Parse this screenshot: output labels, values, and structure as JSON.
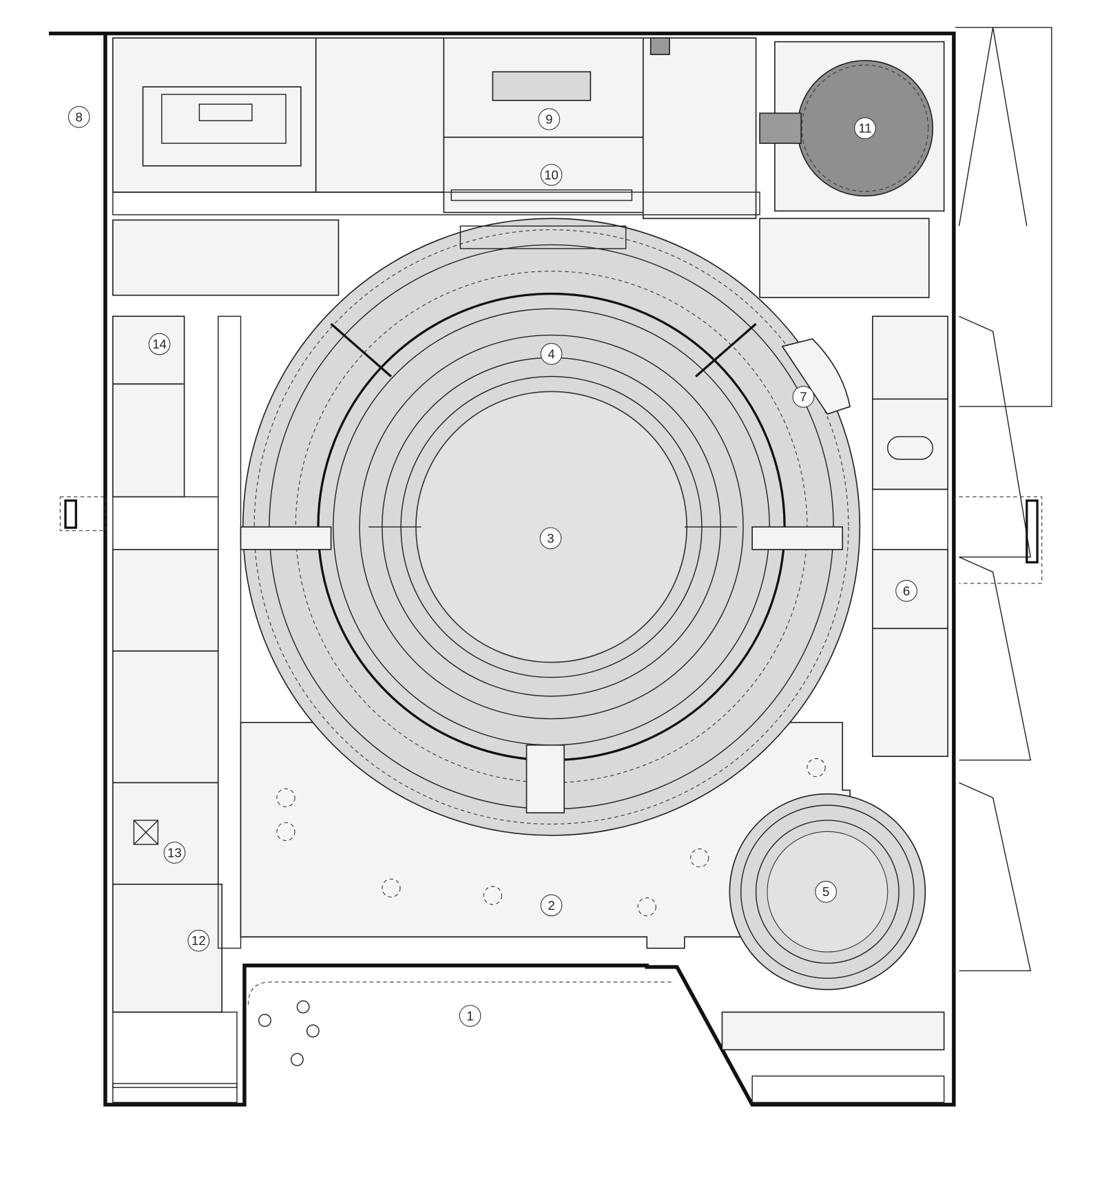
{
  "title": "Floor plan",
  "labels": {
    "l1": "1",
    "l2": "2",
    "l3": "3",
    "l4": "4",
    "l5": "5",
    "l6": "6",
    "l7": "7",
    "l8": "8",
    "l9": "9",
    "l10": "10",
    "l11": "11",
    "l12": "12",
    "l13": "13",
    "l14": "14"
  }
}
